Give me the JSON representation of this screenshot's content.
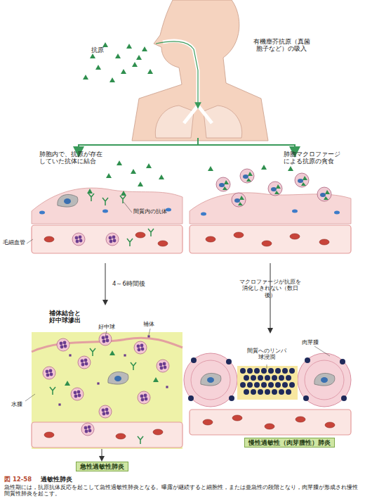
{
  "diagram": {
    "title": "過敏性肺炎",
    "caption": "急性期には，抗原抗体反応を起こして急性過敏性肺炎となる。曝露が継続すると細胞性，または亜急性の段階となり，肉芽腫が形成され慢性間質性肺炎を起こす。",
    "nodes": [
      {
        "text": [
          "急性過敏性肺炎"
        ]
      },
      {
        "text": [
          "慢性過敏性（肉芽腫性）肺炎"
        ]
      }
    ],
    "labels": [
      "抗原",
      "有機塵芥抗原（真菌胞子など）の吸入",
      "肺胞内で、抗原が存在していた抗体に結合",
      "肺胞マクロファージによる抗原の貪食",
      "間質内の抗体",
      "毛細血管",
      "4～6時間後",
      "マクロファージが抗原を消化しきれない（数日後）",
      "補体結合と好中球滲出",
      "好中球",
      "補体",
      "水腫",
      "間質へのリンパ球浸潤",
      "肉芽腫",
      "図 12-58"
    ]
  }
}
